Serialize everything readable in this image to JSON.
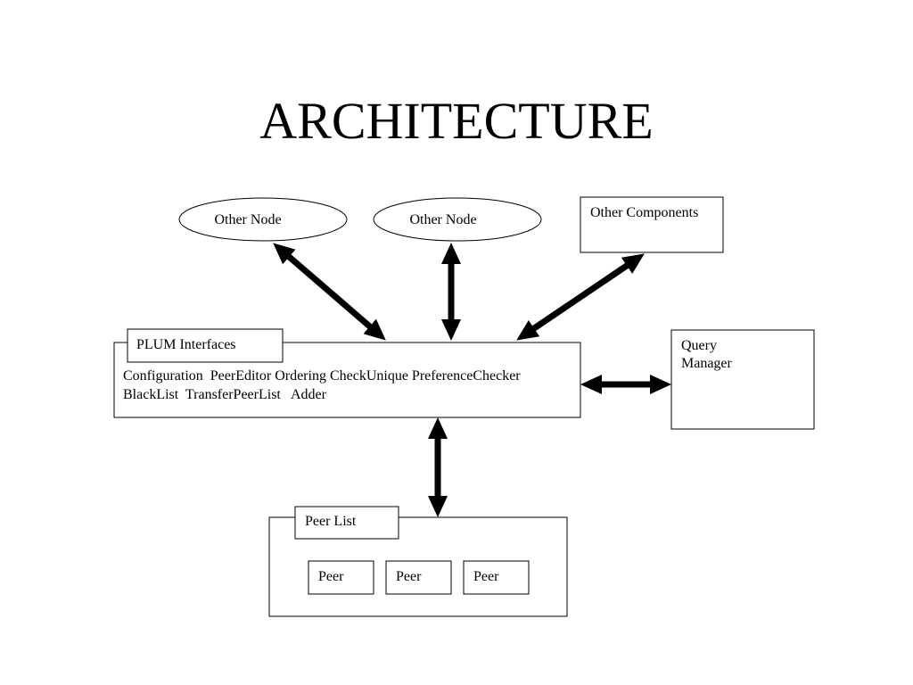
{
  "title": "ARCHITECTURE",
  "nodes": {
    "other_node_1": "Other Node",
    "other_node_2": "Other Node",
    "other_components": "Other Components",
    "plum_interfaces": "PLUM Interfaces",
    "plum_line_1": "Configuration  PeerEditor Ordering CheckUnique PreferenceChecker",
    "plum_line_2": "BlackList  TransferPeerList   Adder",
    "query_line_1": "Query",
    "query_line_2": "Manager",
    "peer_list": "Peer List",
    "peers": [
      "Peer",
      "Peer",
      "Peer"
    ]
  }
}
